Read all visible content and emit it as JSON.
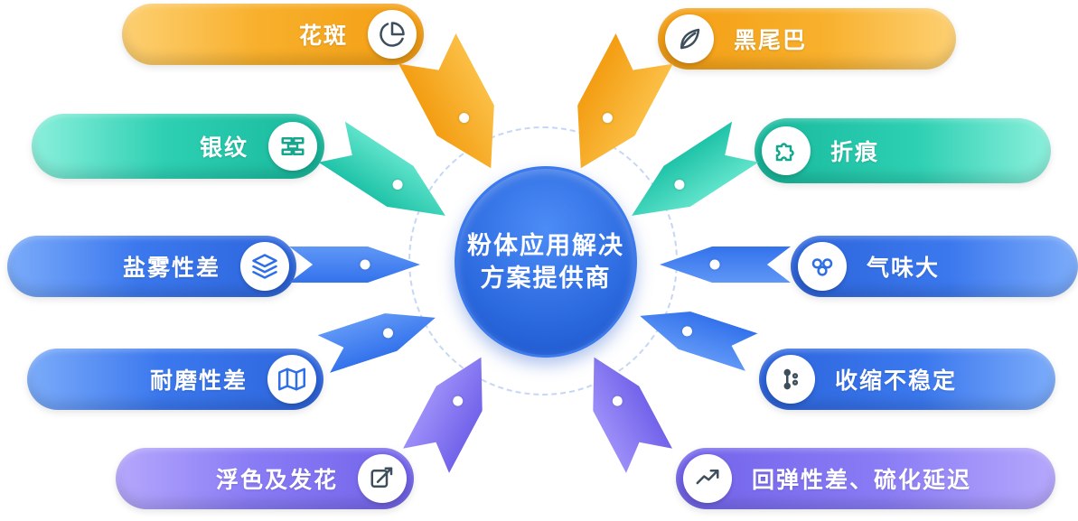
{
  "center": {
    "line1": "粉体应用解决",
    "line2": "方案提供商"
  },
  "items": [
    {
      "label": "花斑",
      "side": "left",
      "theme": "orange",
      "icon": "pie-chart-icon"
    },
    {
      "label": "黑尾巴",
      "side": "right",
      "theme": "orange",
      "icon": "leaf-icon"
    },
    {
      "label": "银纹",
      "side": "left",
      "theme": "teal",
      "icon": "bricks-icon"
    },
    {
      "label": "折痕",
      "side": "right",
      "theme": "teal",
      "icon": "puzzle-icon"
    },
    {
      "label": "盐雾性差",
      "side": "left",
      "theme": "blue",
      "icon": "layers-icon"
    },
    {
      "label": "气味大",
      "side": "right",
      "theme": "blue",
      "icon": "bubbles-icon"
    },
    {
      "label": "耐磨性差",
      "side": "left",
      "theme": "blue",
      "icon": "map-icon"
    },
    {
      "label": "收缩不稳定",
      "side": "right",
      "theme": "blue",
      "icon": "flow-dots-icon"
    },
    {
      "label": "浮色及发花",
      "side": "left",
      "theme": "purple",
      "icon": "trend-box-icon"
    },
    {
      "label": "回弹性差、硫化延迟",
      "side": "right",
      "theme": "purple",
      "icon": "trend-line-icon"
    }
  ],
  "colors": {
    "orange": "#f39d12",
    "teal": "#1fc3a8",
    "blue": "#3372ec",
    "purple": "#7f6ef2",
    "center_blue": "#2a68de",
    "text_on_pill": "#ffffff",
    "icon_dark": "#3d4f5c"
  }
}
